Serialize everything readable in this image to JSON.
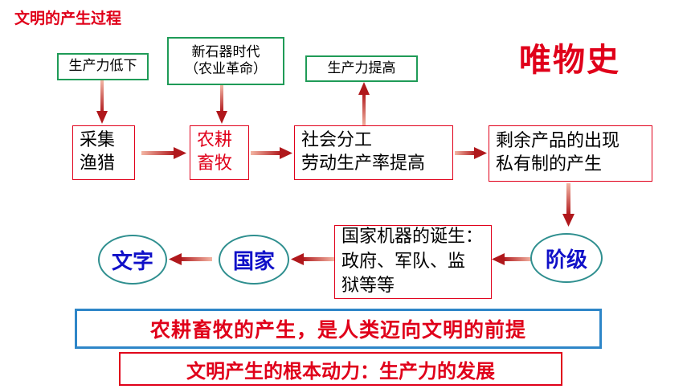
{
  "title": "文明的产生过程",
  "heading": "唯物史",
  "top_boxes": {
    "productivity_low": "生产力低下",
    "neolithic_line1": "新石器时代",
    "neolithic_line2": "（农业革命）",
    "productivity_high": "生产力提高"
  },
  "chain": {
    "gathering_line1": "采集",
    "gathering_line2": "渔猎",
    "farming_line1": "农耕",
    "farming_line2": "畜牧",
    "division_line1": "社会分工",
    "division_line2": "劳动生产率提高",
    "surplus_line1": "剩余产品的出现",
    "surplus_line2": "私有制的产生"
  },
  "second_row": {
    "class": "阶级",
    "state_machine_line1": "国家机器的诞生：",
    "state_machine_line2": "政府、军队、监",
    "state_machine_line3": "狱等等",
    "state": "国家",
    "writing": "文字"
  },
  "conclusions": {
    "premise": "农耕畜牧的产生，是人类迈向文明的前提",
    "driving_force": "文明产生的根本动力：生产力的发展"
  },
  "colors": {
    "red": "#e0001a",
    "green": "#1f9b57",
    "blue_text": "#1010c8",
    "teal": "#2f8f8f",
    "blue_border": "#2e86c8",
    "arrow": "#c0282a"
  }
}
